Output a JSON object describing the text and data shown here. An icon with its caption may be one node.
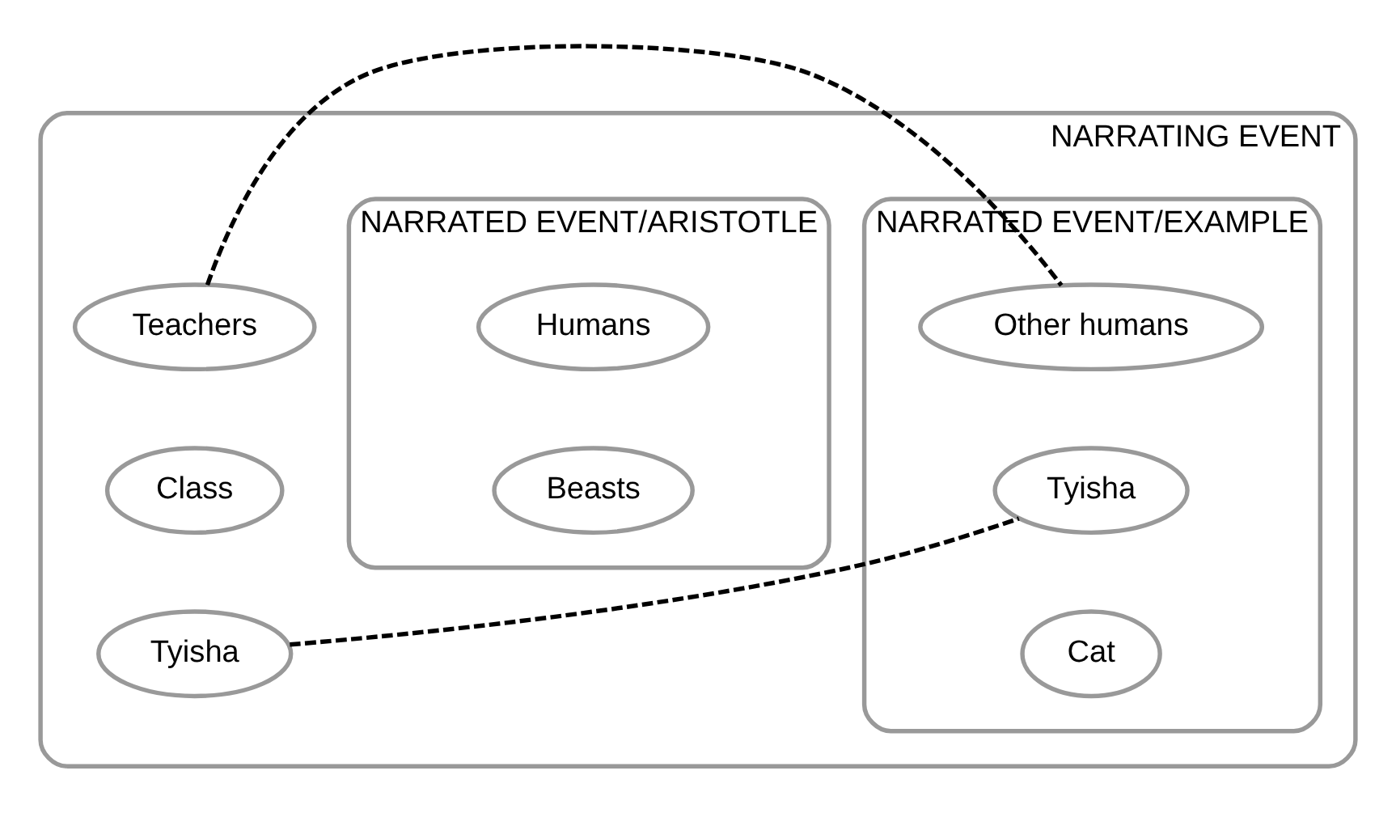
{
  "diagram": {
    "nodes": [
      {
        "text": [
          "NARRATING EVENT"
        ]
      },
      {
        "text": [
          "Teachers"
        ],
        "in": 0
      },
      {
        "text": [
          "Class"
        ],
        "in": 0
      },
      {
        "text": [
          "Tyisha"
        ],
        "in": 0
      },
      {
        "text": [
          "NARRATED EVENT/EXAMPLE"
        ],
        "in": 0
      },
      {
        "text": [
          "Other humans"
        ],
        "in": 4
      },
      {
        "text": [
          "Tyisha"
        ],
        "in": 4
      },
      {
        "text": [
          "Cat"
        ],
        "in": 4
      },
      {
        "text": [
          "NARRATED EVENT/ARISTOTLE"
        ],
        "in": 0
      },
      {
        "text": [
          "Humans"
        ],
        "in": 8
      },
      {
        "text": [
          "Beasts"
        ],
        "in": 8
      }
    ],
    "edges": [
      {
        "from": 1,
        "to": 5,
        "arrow": "none",
        "style": "dashed"
      },
      {
        "from": 3,
        "to": 6,
        "arrow": "none",
        "style": "dashed"
      }
    ]
  }
}
